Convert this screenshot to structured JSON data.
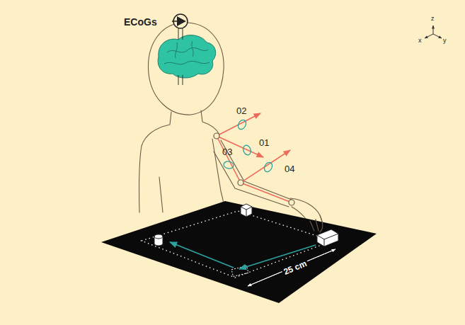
{
  "diagram": {
    "labels": [
      "ECoGs",
      "02",
      "01",
      "03",
      "04",
      "25 cm",
      "z",
      "x",
      "y"
    ]
  }
}
